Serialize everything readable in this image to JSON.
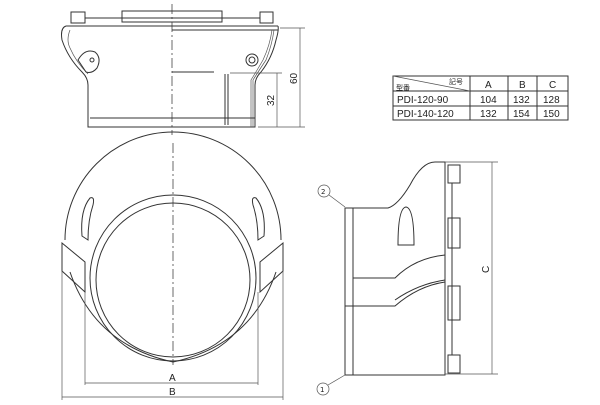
{
  "top_view": {
    "dim_total": "60",
    "dim_lower": "32"
  },
  "front_view": {
    "dim_a_label": "A",
    "dim_b_label": "B"
  },
  "side_view": {
    "dim_c_label": "C",
    "callout_1": "1",
    "callout_2": "2"
  },
  "spec_table": {
    "corner_top": "記号",
    "corner_bottom": "型番",
    "headers": [
      "A",
      "B",
      "C"
    ],
    "rows": [
      {
        "model": "PDI-120-90",
        "a": "104",
        "b": "132",
        "c": "128"
      },
      {
        "model": "PDI-140-120",
        "a": "132",
        "b": "154",
        "c": "150"
      }
    ]
  }
}
